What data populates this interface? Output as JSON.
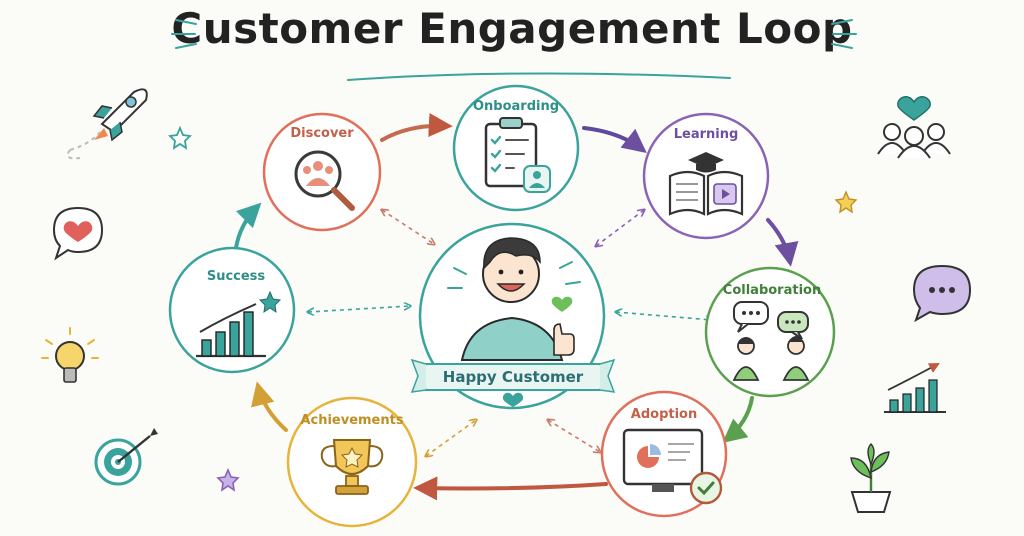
{
  "title": "Customer Engagement Loop",
  "center": {
    "label": "Happy Customer"
  },
  "stages": [
    {
      "id": "discover",
      "label": "Discover",
      "color": "#e0705b",
      "icon": "magnifier-people-icon"
    },
    {
      "id": "onboarding",
      "label": "Onboarding",
      "color": "#3aa39c",
      "icon": "clipboard-checklist-icon"
    },
    {
      "id": "learning",
      "label": "Learning",
      "color": "#8a63b5",
      "icon": "book-graduation-cap-icon"
    },
    {
      "id": "collaboration",
      "label": "Collaboration",
      "color": "#5aa04e",
      "icon": "people-chatting-icon"
    },
    {
      "id": "adoption",
      "label": "Adoption",
      "color": "#e0705b",
      "icon": "monitor-dashboard-icon"
    },
    {
      "id": "achievements",
      "label": "Achievements",
      "color": "#e6b33c",
      "icon": "trophy-icon"
    },
    {
      "id": "success",
      "label": "Success",
      "color": "#3aa39c",
      "icon": "growth-chart-icon"
    }
  ],
  "colors": {
    "teal": "#3aa39c",
    "coral": "#e0705b",
    "purple": "#8a63b5",
    "green": "#5aa04e",
    "gold": "#e6b33c",
    "ink": "#222222"
  }
}
